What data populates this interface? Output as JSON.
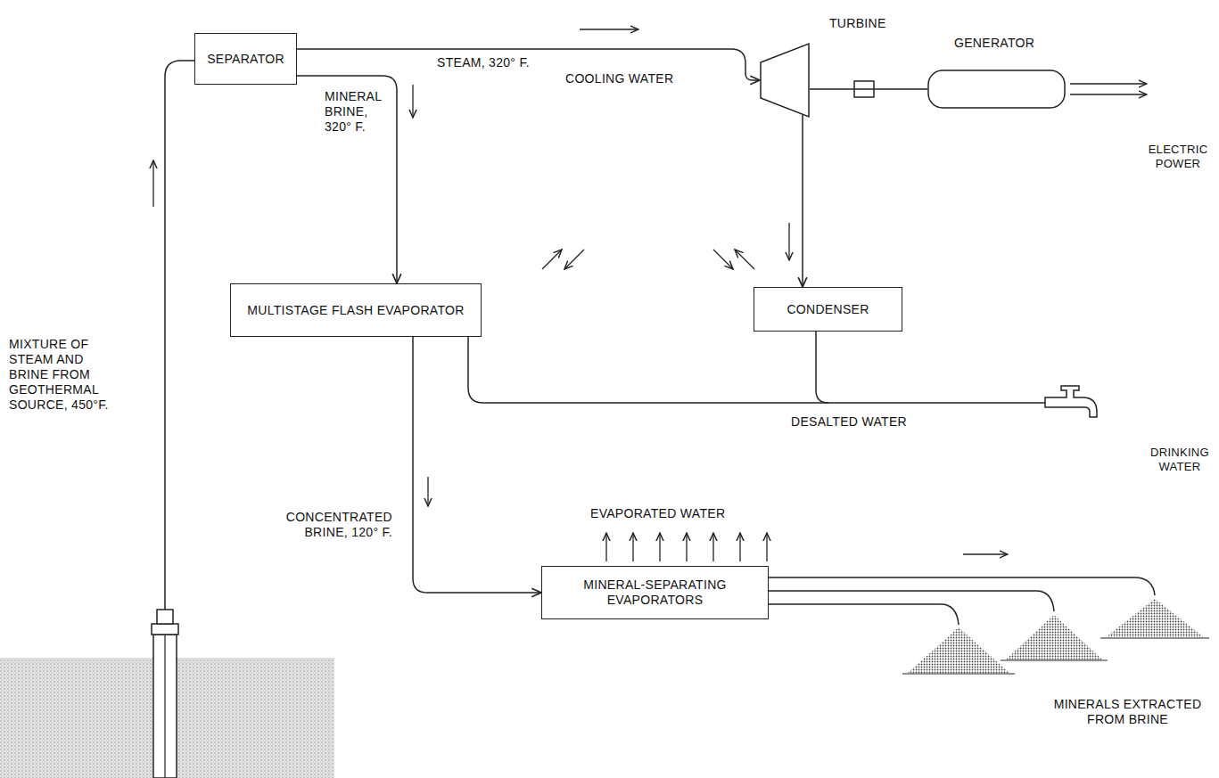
{
  "diagram": {
    "nodes": [
      {
        "text": [
          "SEPARATOR"
        ]
      },
      {
        "text": [
          "TURBINE"
        ]
      },
      {
        "text": [
          "GENERATOR"
        ]
      },
      {
        "text": [
          "MULTISTAGE FLASH EVAPORATOR"
        ]
      },
      {
        "text": [
          "CONDENSER"
        ]
      },
      {
        "text": [
          "MINERAL-SEPARATING EVAPORATORS"
        ]
      }
    ],
    "edges": [
      {
        "from": 0,
        "to": 1,
        "arrow": "to",
        "label": "STEAM, 320° F."
      },
      {
        "from": 0,
        "to": 3,
        "arrow": "to",
        "label": "MINERAL BRINE, 320° F."
      },
      {
        "from": 1,
        "to": 2,
        "arrow": "none"
      },
      {
        "from": 1,
        "to": 4,
        "arrow": "to"
      },
      {
        "from": 3,
        "to": 5,
        "arrow": "to",
        "label": "CONCENTRATED BRINE, 120° F."
      }
    ],
    "labels": [
      "MIXTURE OF STEAM AND BRINE FROM GEOTHERMAL SOURCE, 450°F.",
      "ELECTRIC POWER",
      "COOLING WATER",
      "DESALTED WATER",
      "DRINKING WATER",
      "EVAPORATED WATER",
      "MINERALS EXTRACTED FROM BRINE"
    ]
  }
}
